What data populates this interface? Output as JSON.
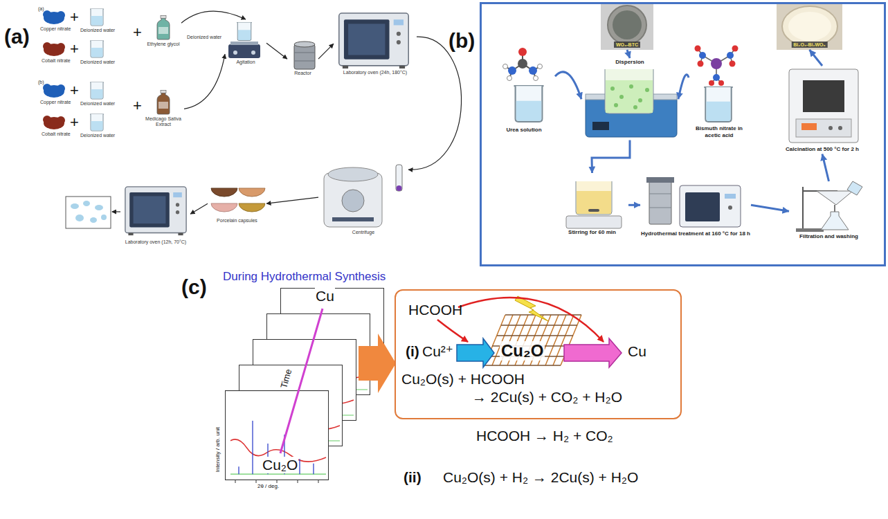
{
  "diagram": {
    "nodes": [
      {
        "text": [
          "Ethylene glycol"
        ]
      },
      {
        "text": [
          "Medicago Sativa Extract"
        ]
      },
      {
        "text": [
          "Agitation"
        ]
      },
      {
        "text": [
          "Reactor"
        ]
      },
      {
        "text": [
          "Laboratory oven (24h, 180°C)"
        ]
      },
      {
        "text": [
          "Centrifuge"
        ]
      },
      {
        "text": [
          "Porcelain capsules"
        ]
      },
      {
        "text": [
          "Laboratory oven (12h, 70°C)"
        ]
      },
      {
        "text": [
          "(b)"
        ]
      },
      {
        "text": [
          "WO₃-BTC"
        ],
        "in": 8
      },
      {
        "text": [
          "Dispersion"
        ],
        "in": 8
      },
      {
        "text": [
          "Urea solution"
        ],
        "in": 8
      },
      {
        "text": [
          "Bismuth nitrate in acetic acid"
        ],
        "in": 8
      },
      {
        "text": [
          "Stirring for 60 min"
        ],
        "in": 8
      },
      {
        "text": [
          "Hydrothermal treatment at 160 °C for 18 h"
        ],
        "in": 8
      },
      {
        "text": [
          "Filtration and washing"
        ],
        "in": 8
      },
      {
        "text": [
          "Calcination at 500 °C for 2 h"
        ],
        "in": 8
      },
      {
        "text": [
          "Bi₂O₃-Bi₂WO₆"
        ],
        "in": 8
      },
      {
        "text": [
          "HCOOH",
          "(i)",
          "Cu²⁺",
          "Cu₂O",
          "Cu",
          "Cu₂O(s) + HCOOH",
          "→ 2Cu(s) + CO₂ + H₂O"
        ]
      }
    ],
    "edges": [
      {
        "from": 0,
        "to": 2,
        "arrow": "to"
      },
      {
        "from": 1,
        "to": 2,
        "arrow": "to"
      },
      {
        "from": 2,
        "to": 3,
        "arrow": "to"
      },
      {
        "from": 3,
        "to": 4,
        "arrow": "to"
      },
      {
        "from": 4,
        "to": 5,
        "arrow": "to"
      },
      {
        "from": 5,
        "to": 6,
        "arrow": "to"
      },
      {
        "from": 6,
        "to": 7,
        "arrow": "to"
      },
      {
        "from": 11,
        "to": 10,
        "arrow": "to"
      },
      {
        "from": 12,
        "to": 10,
        "arrow": "to"
      },
      {
        "from": 9,
        "to": 10,
        "arrow": "to"
      },
      {
        "from": 10,
        "to": 13,
        "arrow": "to"
      },
      {
        "from": 13,
        "to": 14,
        "arrow": "to"
      },
      {
        "from": 14,
        "to": 15,
        "arrow": "to"
      },
      {
        "from": 15,
        "to": 16,
        "arrow": "to"
      },
      {
        "from": 16,
        "to": 17,
        "arrow": "to"
      }
    ],
    "labels": [
      "(a)",
      "(a)",
      "Copper nitrate",
      "+",
      "Deionized water",
      "Cobalt nitrate",
      "+",
      "Deionized water",
      "+",
      "Deionized water",
      "(b)",
      "Copper nitrate",
      "+",
      "Deionized water",
      "Cobalt nitrate",
      "+",
      "Deionized water",
      "+",
      "(c)",
      "During Hydrothermal Synthesis",
      "Cu",
      "Time",
      "Cu₂O",
      "Intensity / arb. unit",
      "2θ / deg.",
      "(ii)",
      "HCOOH → H₂ + CO₂",
      "Cu₂O(s) + H₂ → 2Cu(s) + H₂O"
    ]
  }
}
